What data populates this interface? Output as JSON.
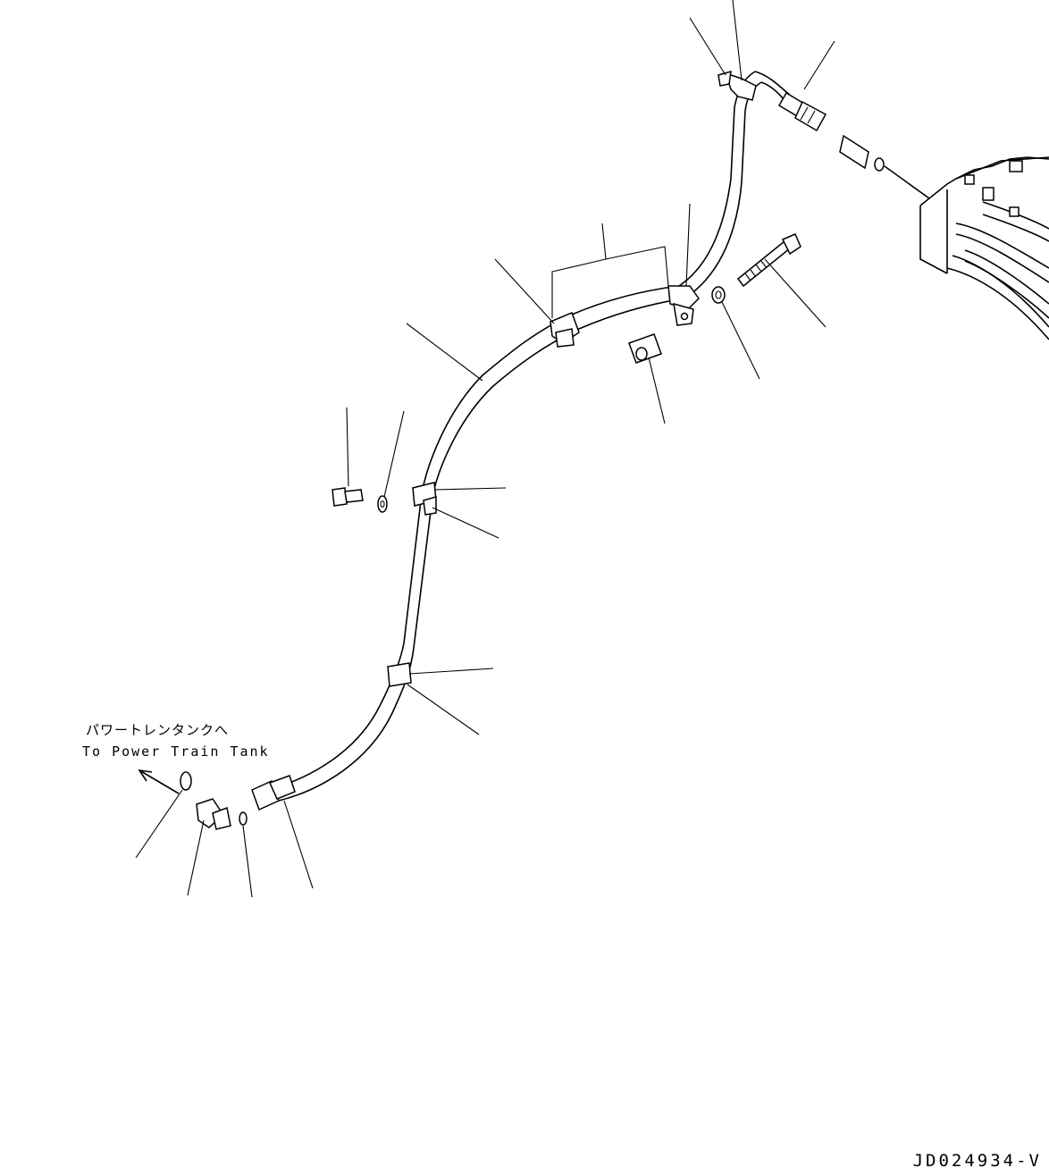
{
  "annotations": {
    "destination_ja": "パワートレンタンクへ",
    "destination_en": "To Power Train Tank",
    "drawing_number": "JD024934-V"
  }
}
